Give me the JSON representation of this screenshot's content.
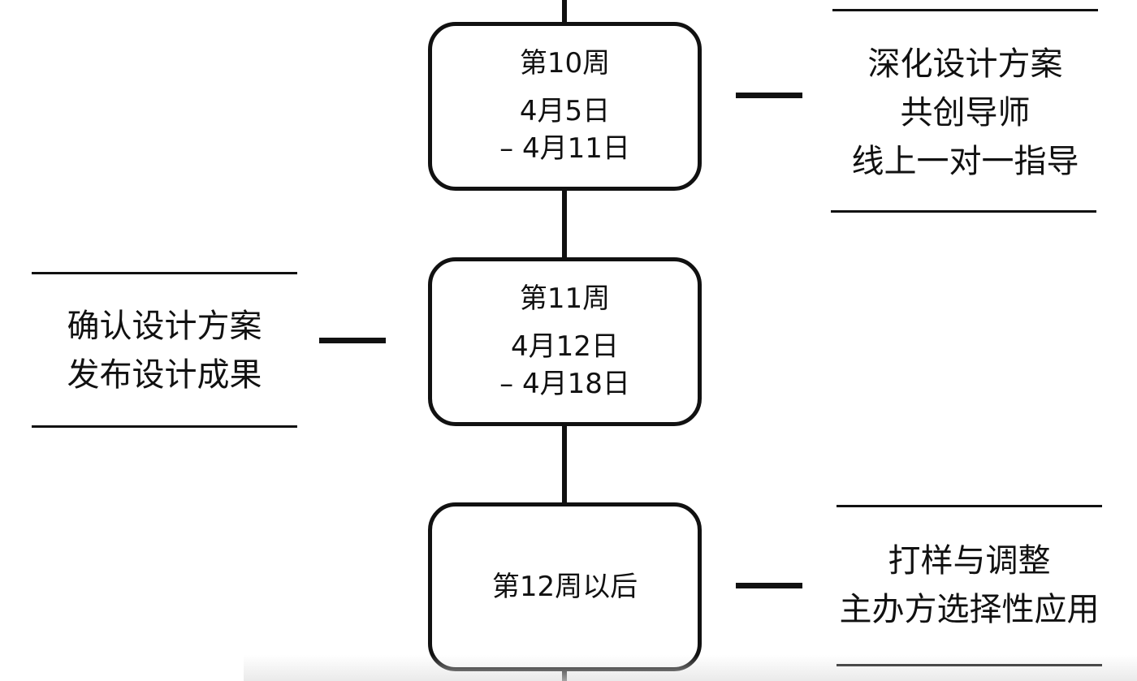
{
  "timeline": {
    "weeks": [
      {
        "title": "第10周",
        "date_start": "4月5日",
        "date_end": "– 4月11日"
      },
      {
        "title": "第11周",
        "date_start": "4月12日",
        "date_end": "– 4月18日"
      },
      {
        "title": "第12周以后"
      }
    ],
    "notes": [
      {
        "lines": [
          "深化设计方案",
          "共创导师",
          "线上一对一指导"
        ]
      },
      {
        "lines": [
          "确认设计方案",
          "发布设计成果"
        ]
      },
      {
        "lines": [
          "打样与调整",
          "主办方选择性应用"
        ]
      }
    ]
  }
}
